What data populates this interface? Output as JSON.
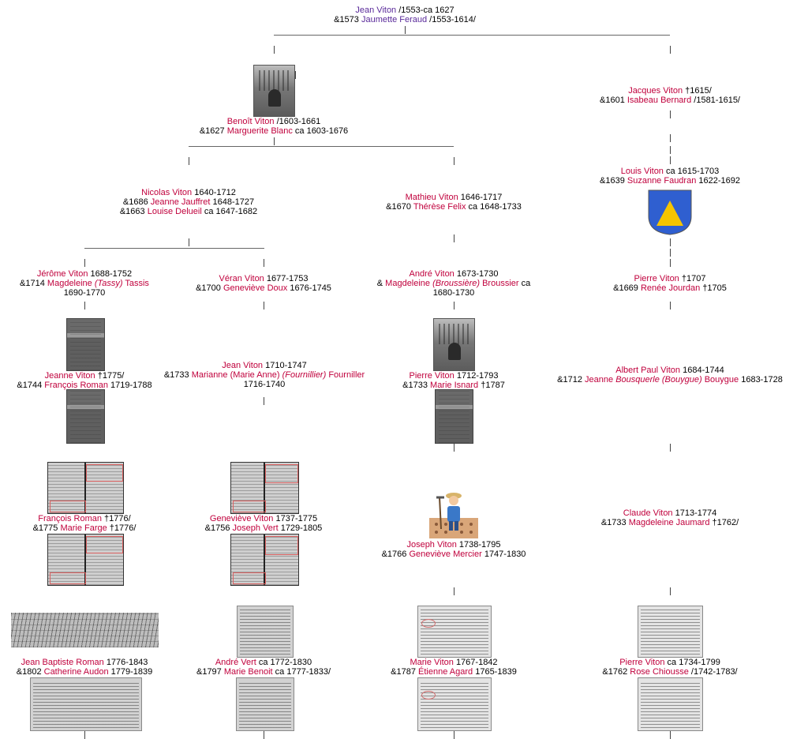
{
  "persons": {
    "p0": {
      "name": "Jean Viton",
      "d1": "/1553-ca 1627",
      "l2pre": "&1573 ",
      "sp": "Jaumette Feraud",
      "l2post": " /1553-1614/"
    },
    "p1": {
      "name": "Benoît Viton",
      "d1": "/1603-1661",
      "l2pre": "&1627 ",
      "sp": "Marguerite Blanc",
      "l2post": " ca 1603-1676"
    },
    "p2": {
      "name": "Jacques Viton",
      "d1": "†1615/",
      "l2pre": "&1601 ",
      "sp": "Isabeau Bernard",
      "l2post": " /1581-1615/"
    },
    "p3": {
      "name": "Nicolas Viton",
      "d1": "1640-1712",
      "l2pre": "&1686 ",
      "sp": "Jeanne Jauffret",
      "l2post": " 1648-1727",
      "l3pre": "&1663 ",
      "sp2": "Louise Delueil",
      "l3post": " ca 1647-1682"
    },
    "p4": {
      "name": "Mathieu Viton",
      "d1": "1646-1717",
      "l2pre": "&1670 ",
      "sp": "Thérèse Felix",
      "l2post": " ca 1648-1733"
    },
    "p5": {
      "name": "Louis Viton",
      "d1": "ca 1615-1703",
      "l2pre": "&1639 ",
      "sp": "Suzanne Faudran",
      "l2post": " 1622-1692"
    },
    "p6": {
      "name": "Jérôme Viton",
      "d1": "1688-1752",
      "l2pre": "&1714 ",
      "sp": "Magdeleine",
      "sp_it": "(Tassy)",
      "sp_b": "Tassis",
      "l3": "1690-1770"
    },
    "p7": {
      "name": "Véran Viton",
      "d1": "1677-1753",
      "l2pre": "&1700 ",
      "sp": "Geneviève Doux",
      "l2post": " 1676-1745"
    },
    "p8": {
      "name": "André Viton",
      "d1": "1673-1730",
      "l2pre": "& ",
      "sp": "Magdeleine",
      "sp_it": "(Broussière)",
      "sp_b": "Broussier",
      "l2post": " ca",
      "l3": "1680-1730"
    },
    "p9": {
      "name": "Pierre Viton",
      "d1": "†1707",
      "l2pre": "&1669 ",
      "sp": "Renée Jourdan",
      "l2post": " †1705"
    },
    "p10": {
      "name": "Jeanne Viton",
      "d1": "†1775/",
      "l2pre": "&1744 ",
      "sp": "François Roman",
      "l2post": " 1719-1788"
    },
    "p11": {
      "name": "Jean Viton",
      "d1": "1710-1747",
      "l2pre": "&1733 ",
      "sp": "Marianne (Marie Anne)",
      "sp_it": "(Fournillier)",
      "sp_b": "Fourniller",
      "l3": "1716-1740"
    },
    "p12": {
      "name": "Pierre Viton",
      "d1": "1712-1793",
      "l2pre": "&1733 ",
      "sp": "Marie Isnard",
      "l2post": " †1787"
    },
    "p13": {
      "name": "Albert Paul Viton",
      "d1": "1684-1744",
      "l2pre": "&1712 ",
      "sp": "Jeanne",
      "sp_it": "Bousquerle (Bouygue)",
      "sp_b": "Bouygue",
      "l2post": " 1683-1728"
    },
    "p14": {
      "name": "François Roman",
      "d1": "†1776/",
      "l2pre": "&1775 ",
      "sp": "Marie Farge",
      "l2post": " †1776/"
    },
    "p15": {
      "name": "Geneviève Viton",
      "d1": "1737-1775",
      "l2pre": "&1756 ",
      "sp": "Joseph Vert",
      "l2post": " 1729-1805"
    },
    "p16": {
      "name": "Joseph Viton",
      "d1": "1738-1795",
      "l2pre": "&1766 ",
      "sp": "Geneviève Mercier",
      "l2post": " 1747-1830"
    },
    "p17": {
      "name": "Claude Viton",
      "d1": "1713-1774",
      "l2pre": "&1733 ",
      "sp": "Magdeleine Jaumard",
      "l2post": " †1762/"
    },
    "p18": {
      "name": "Jean Baptiste Roman",
      "d1": "1776-1843",
      "l2pre": "&1802 ",
      "sp": "Catherine Audon",
      "l2post": " 1779-1839"
    },
    "p19": {
      "name": "André Vert",
      "d1": "ca 1772-1830",
      "l2pre": "&1797 ",
      "sp": "Marie Benoit",
      "l2post": " ca 1777-1833/"
    },
    "p20": {
      "name": "Marie Viton",
      "d1": "1767-1842",
      "l2pre": "&1787 ",
      "sp": "Étienne Agard",
      "l2post": " 1765-1839"
    },
    "p21": {
      "name": "Pierre Viton",
      "d1": "ca 1734-1799",
      "l2pre": "&1762 ",
      "sp": "Rose Chiousse",
      "l2post": " /1742-1783/"
    }
  },
  "colors": {
    "name": "#c0003c",
    "root_name": "#5a2a9a",
    "connector": "#444444",
    "shield_blue": "#2f5fd0",
    "shield_gold": "#f5c400"
  },
  "icons": {
    "weaver": "weaver-engraving-icon",
    "farmer": "farmer-icon",
    "coat_of_arms": "coat-of-arms-icon"
  }
}
